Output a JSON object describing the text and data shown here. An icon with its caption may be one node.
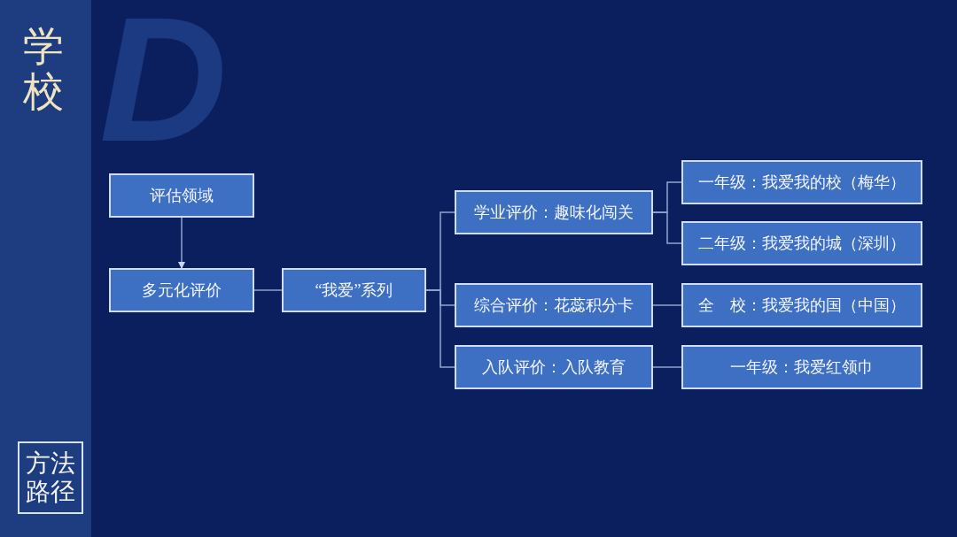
{
  "diagram": {
    "title": "学校",
    "nodes": [
      {
        "text": [
          "评估领域"
        ]
      },
      {
        "text": [
          "多元化评价"
        ]
      },
      {
        "text": [
          "“我爱”系列"
        ]
      },
      {
        "text": [
          "学业评价：趣味化闯关"
        ]
      },
      {
        "text": [
          "综合评价：花蕊积分卡"
        ]
      },
      {
        "text": [
          "入队评价：入队教育"
        ]
      },
      {
        "text": [
          "一年级：我爱我的校（梅华）"
        ]
      },
      {
        "text": [
          "二年级：我爱我的城（深圳）"
        ]
      },
      {
        "text": [
          "全　校：我爱我的国（中国）"
        ]
      },
      {
        "text": [
          "一年级：我爱红领巾"
        ]
      },
      {
        "text": [
          "方法路径"
        ]
      }
    ],
    "edges": [
      {
        "from": 0,
        "to": 1,
        "arrow": "to"
      },
      {
        "from": 1,
        "to": 2,
        "arrow": "none"
      },
      {
        "from": 2,
        "to": 3,
        "arrow": "none"
      },
      {
        "from": 2,
        "to": 4,
        "arrow": "none"
      },
      {
        "from": 2,
        "to": 5,
        "arrow": "none"
      },
      {
        "from": 3,
        "to": 6,
        "arrow": "none"
      },
      {
        "from": 3,
        "to": 7,
        "arrow": "none"
      },
      {
        "from": 4,
        "to": 8,
        "arrow": "none"
      },
      {
        "from": 5,
        "to": 9,
        "arrow": "none"
      }
    ],
    "labels": [
      "D"
    ]
  }
}
